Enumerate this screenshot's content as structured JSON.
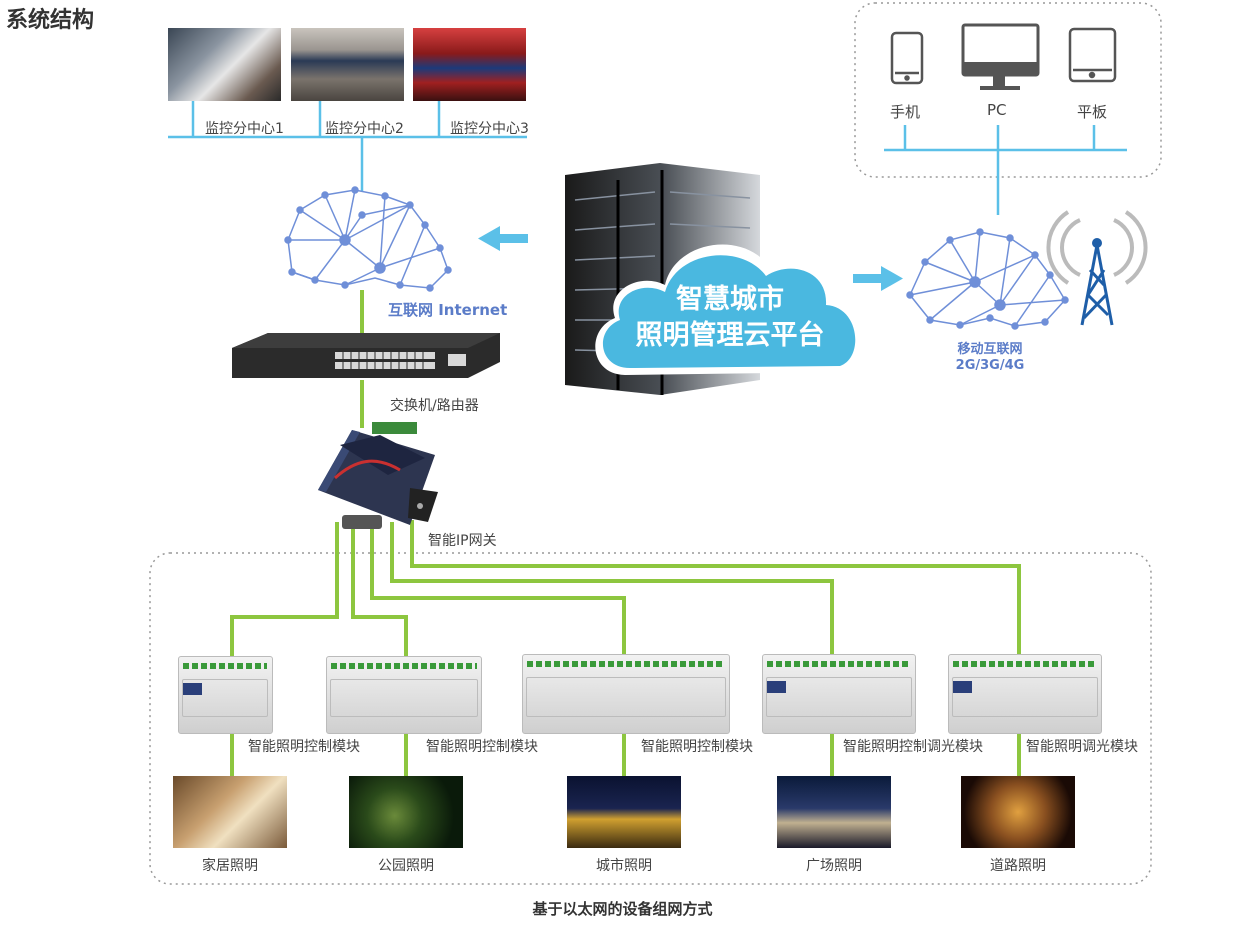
{
  "title": "系统结构",
  "monitoring": {
    "centers": [
      "监控分中心1",
      "监控分中心2",
      "监控分中心3"
    ]
  },
  "internet": {
    "label": "互联网 Internet"
  },
  "switch": {
    "label": "交换机/路由器"
  },
  "gateway": {
    "label": "智能IP网关"
  },
  "cloud": {
    "line1": "智慧城市",
    "line2": "照明管理云平台"
  },
  "mobile": {
    "line1": "移动互联网",
    "line2": "2G/3G/4G"
  },
  "terminals": [
    "手机",
    "PC",
    "平板"
  ],
  "modules": [
    "智能照明控制模块",
    "智能照明控制模块",
    "智能照明控制模块",
    "智能照明控制调光模块",
    "智能照明调光模块"
  ],
  "sites": [
    "家居照明",
    "公园照明",
    "城市照明",
    "广场照明",
    "道路照明"
  ],
  "footer": "基于以太网的设备组网方式",
  "colors": {
    "green": "#8dc63f",
    "cyan": "#5bc0e8",
    "net_blue": "#6f8fd8",
    "cloud": "#4ab8e0"
  }
}
